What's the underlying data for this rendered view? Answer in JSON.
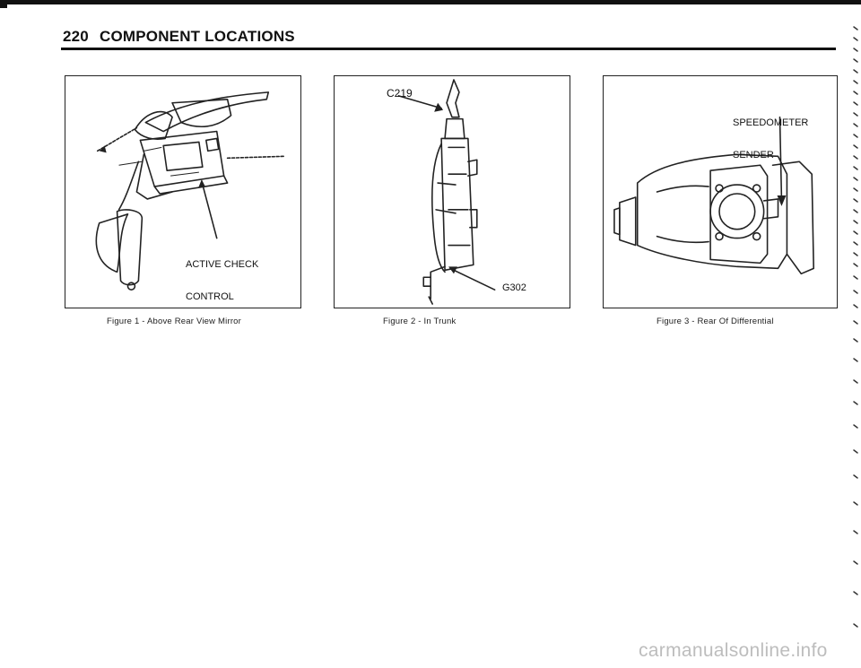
{
  "header": {
    "page_number": "220",
    "section_title": "COMPONENT LOCATIONS"
  },
  "figures": [
    {
      "caption": "Figure 1 - Above Rear View Mirror",
      "callouts": [
        "ACTIVE CHECK",
        "CONTROL"
      ]
    },
    {
      "caption": "Figure 2 - In Trunk",
      "callouts": [
        "C219",
        "G302"
      ]
    },
    {
      "caption": "Figure 3 - Rear Of Differential",
      "callouts": [
        "SPEEDOMETER",
        "SENDER"
      ]
    }
  ],
  "watermark": "carmanualsonline.info"
}
